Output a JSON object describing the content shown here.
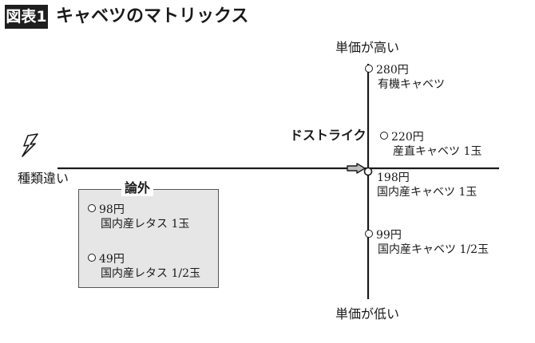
{
  "header": {
    "badge": "図表1",
    "title": "キャベツのマトリックス"
  },
  "axes": {
    "top": "単価が高い",
    "bottom": "単価が低い",
    "left": "種類違い"
  },
  "callout": "ドストライク",
  "out_of_scope": {
    "title": "論外",
    "items": [
      {
        "price": "98円",
        "name": "国内産レタス 1玉"
      },
      {
        "price": "49円",
        "name": "国内産レタス 1/2玉"
      }
    ]
  },
  "plotted_items": [
    {
      "price": "280円",
      "name": "有機キャベツ"
    },
    {
      "price": "220円",
      "name": "産直キャベツ 1玉"
    },
    {
      "price": "198円",
      "name": "国内産キャベツ 1玉"
    },
    {
      "price": "99円",
      "name": "国内産キャベツ 1/2玉"
    }
  ],
  "icons": {
    "lightning": "lightning-bolt-icon",
    "arrow": "pointer-arrow-icon"
  }
}
